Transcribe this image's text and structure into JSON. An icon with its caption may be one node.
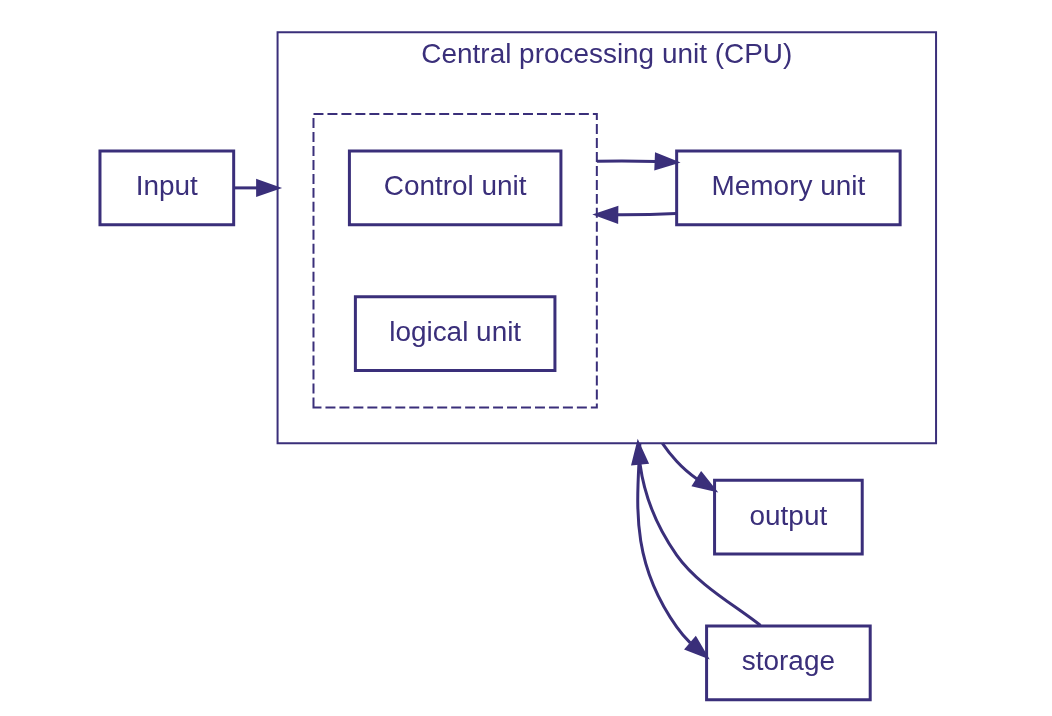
{
  "diagram": {
    "nodes": [
      {
        "text": [
          "Input"
        ]
      },
      {
        "text": [
          "Central processing unit (CPU)"
        ]
      },
      {
        "text": [],
        "shape": "box",
        "in": 1
      },
      {
        "text": [
          "Control unit"
        ],
        "in": 2
      },
      {
        "text": [
          "logical unit"
        ],
        "in": 2
      },
      {
        "text": [
          "Memory unit"
        ],
        "in": 1
      },
      {
        "text": [
          "output"
        ]
      },
      {
        "text": [
          "storage"
        ]
      }
    ],
    "edges": [
      {
        "from": 0,
        "to": 1,
        "arrow": "to"
      },
      {
        "from": 1,
        "to": 6,
        "arrow": "to"
      },
      {
        "from": 5,
        "to": 2,
        "arrow": "to"
      },
      {
        "from": 2,
        "to": 5,
        "arrow": "to"
      },
      {
        "from": 1,
        "to": 7,
        "arrow": "to"
      },
      {
        "from": 7,
        "to": 1,
        "arrow": "to"
      }
    ]
  }
}
